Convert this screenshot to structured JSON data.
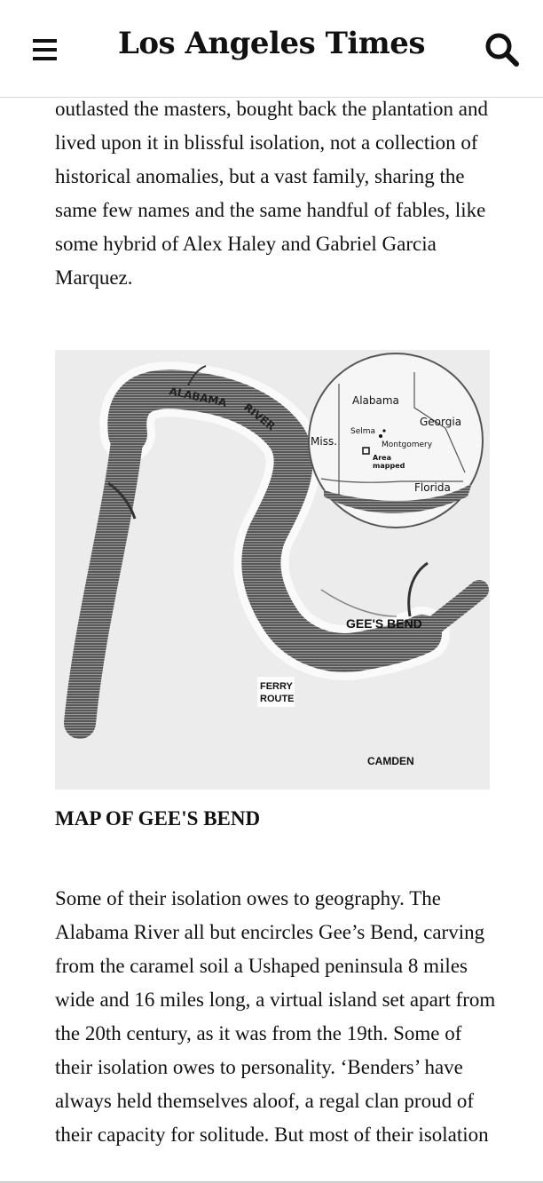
{
  "header": {
    "logo_text": "Los Angeles Times"
  },
  "article": {
    "para_top": "outlasted the masters, bought back the plantation and lived upon it in blissful isolation, not a collection of historical anomalies, but a vast family, sharing the same few names and the same handful of fables, like some hybrid of Alex Haley and Gabriel Garcia Marquez.",
    "map": {
      "river_label_1": "ALABAMA",
      "river_label_2": "RIVER",
      "place_gees_bend": "GEE'S BEND",
      "ferry_line_1": "FERRY",
      "ferry_line_2": "ROUTE",
      "place_camden": "CAMDEN",
      "inset": {
        "state_alabama": "Alabama",
        "state_georgia": "Georgia",
        "state_miss": "Miss.",
        "state_florida": "Florida",
        "city_selma": "Selma",
        "city_montgomery": "Montgomery",
        "area_line_1": "Area",
        "area_line_2": "mapped"
      }
    },
    "caption": "MAP OF GEE'S BEND",
    "para_bottom": "Some of their isolation owes to geography. The Alabama River all but encircles Gee’s Bend, carving from the caramel soil a Ushaped peninsula 8 miles wide and 16 miles long, a virtual island set apart from the 20th century, as it was from the 19th. Some of their isolation owes to personality. ‘Benders’ have always held themselves aloof, a regal clan proud of their capacity for solitude. But most of their isolation"
  }
}
